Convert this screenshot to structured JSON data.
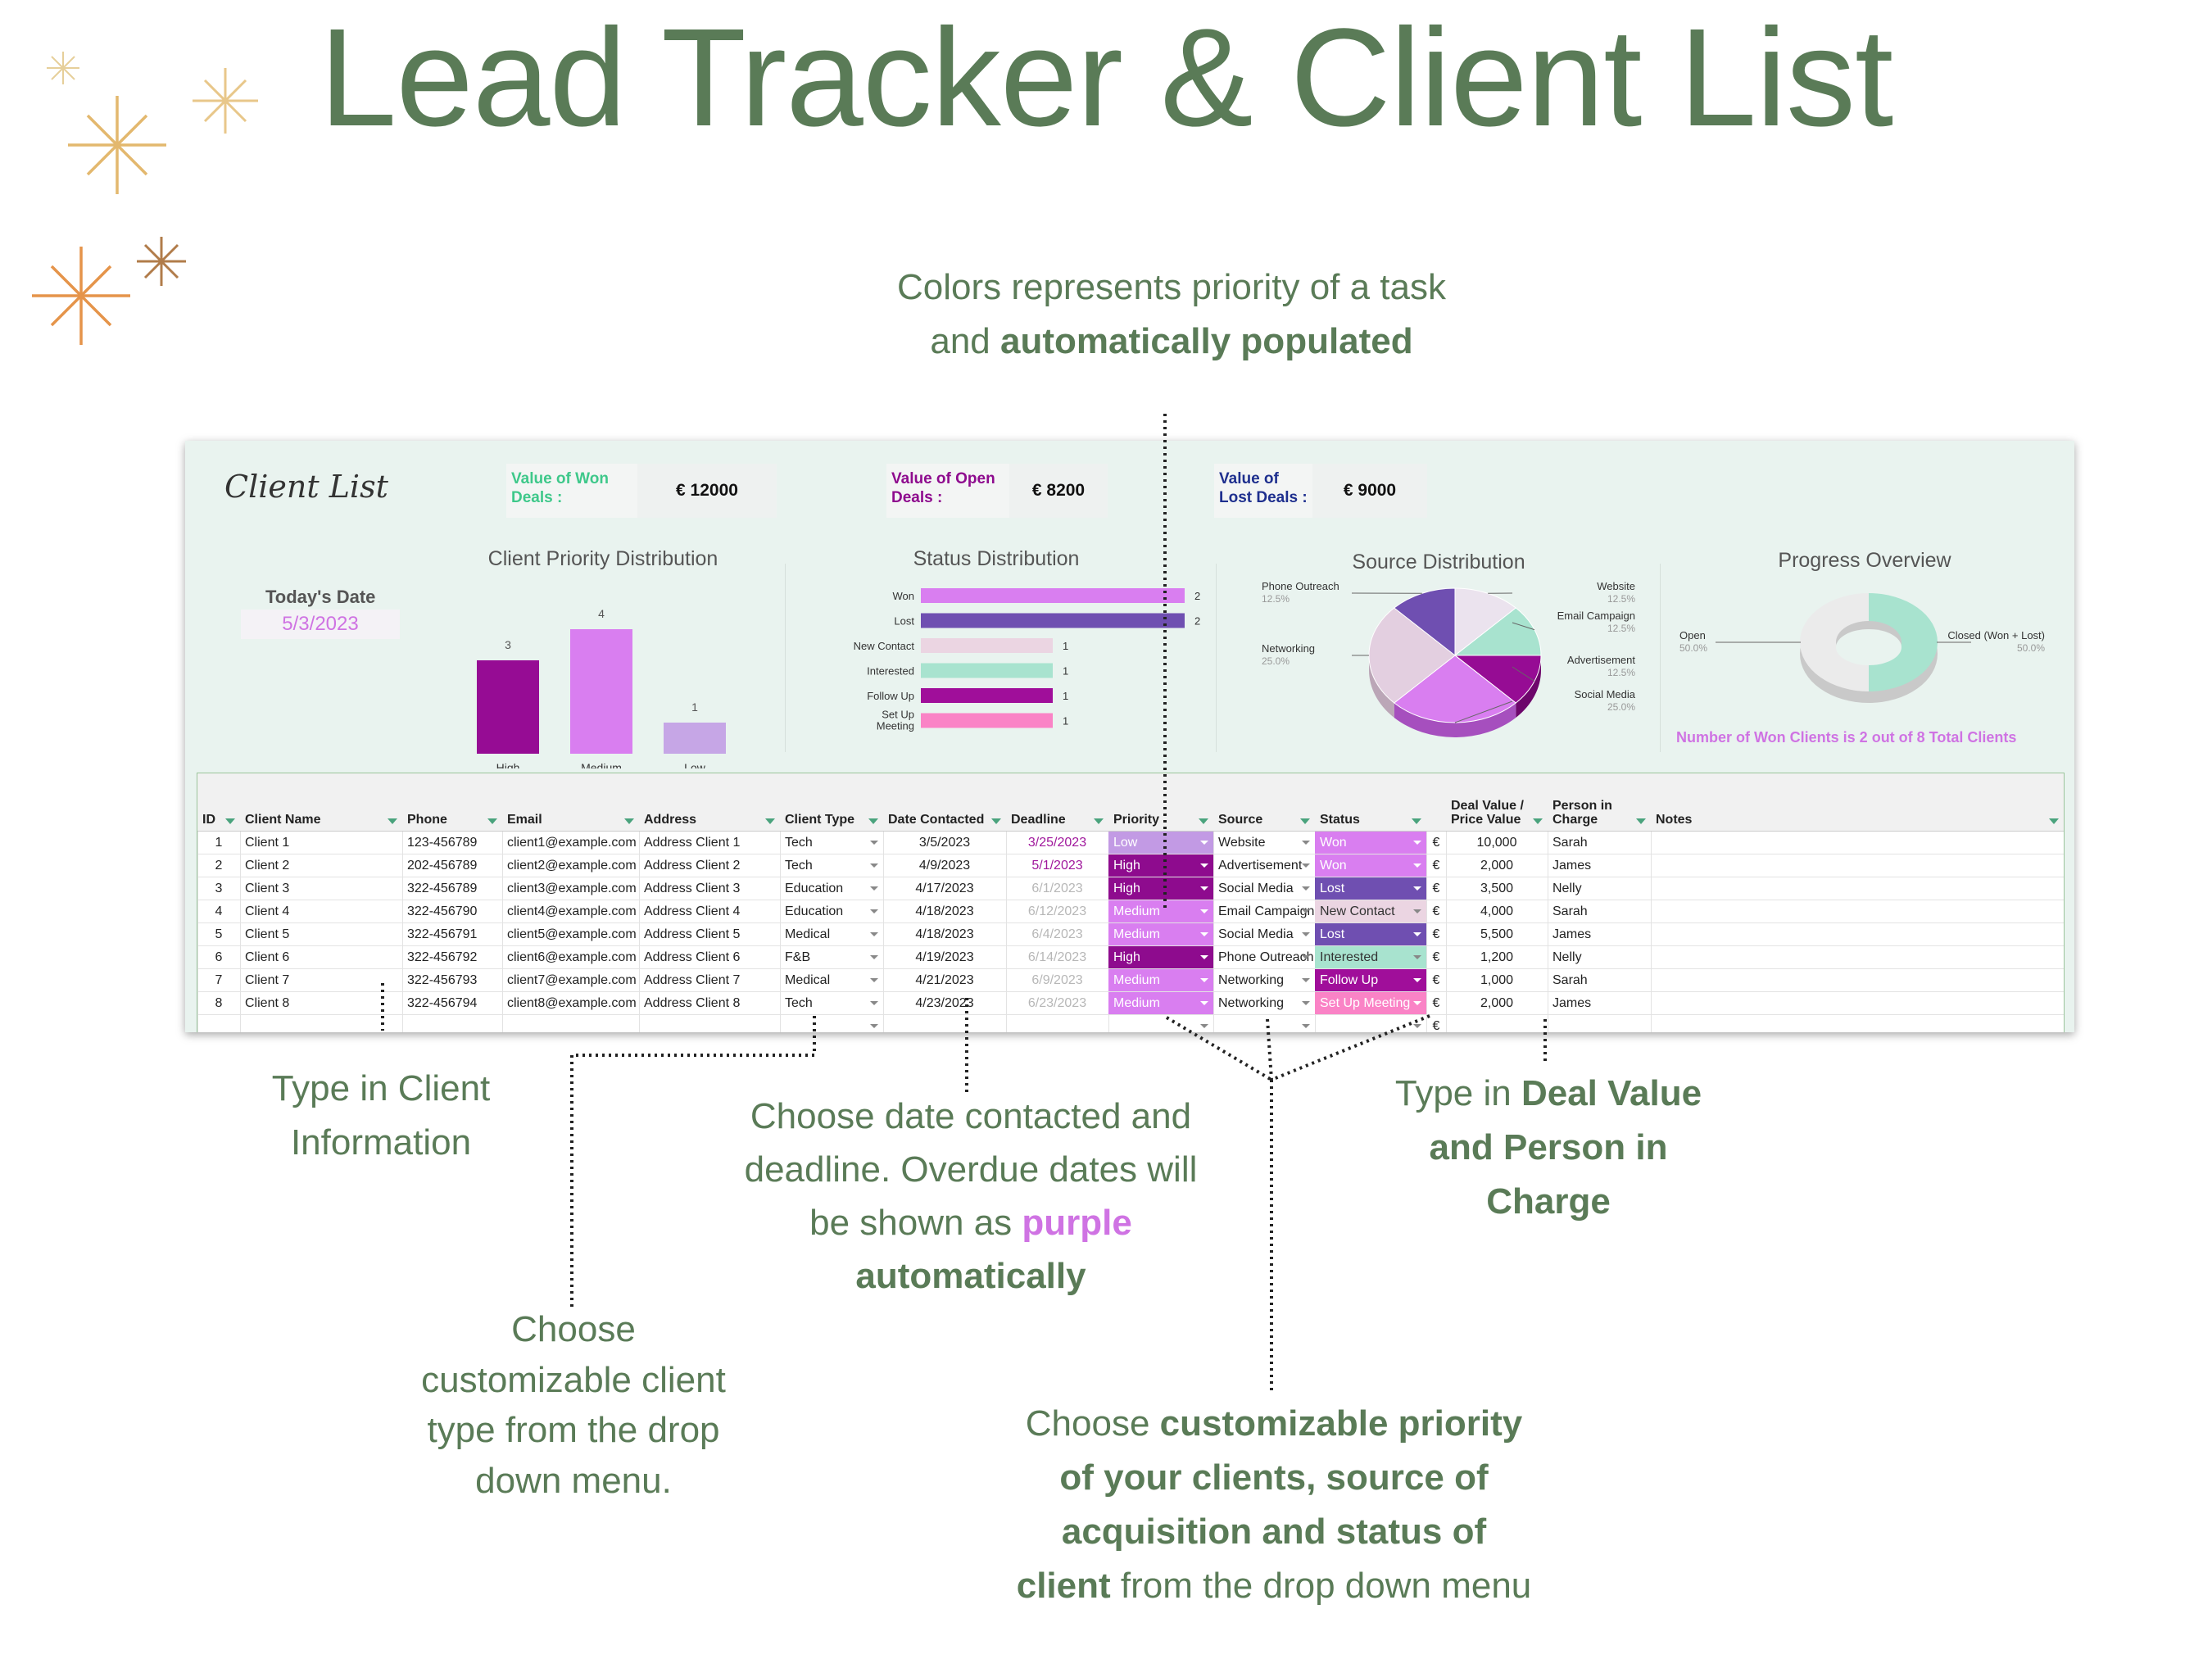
{
  "page_title": "Lead Tracker & Client List",
  "callouts": {
    "colors": {
      "pre": "Colors represents priority of a task and ",
      "bold": "automatically populated"
    },
    "client_info": "Type in Client Information",
    "client_type": "Choose customizable client type from the drop down menu.",
    "dates": {
      "pre": "Choose date contacted and deadline. Overdue dates will be shown as ",
      "purple": "purple",
      "bold": "automatically"
    },
    "deal": {
      "pre": "Type in ",
      "bold": "Deal Value and Person in Charge"
    },
    "priority": {
      "pre": "Choose ",
      "bold": "customizable priority of your clients, source of acquisition and status of client",
      "post": " from the drop down menu"
    }
  },
  "sheet": {
    "title": "Client List",
    "kpis": [
      {
        "label": "Value of Won Deals :",
        "value": "€ 12000",
        "color": "#3ec88a"
      },
      {
        "label": "Value of Open Deals :",
        "value": "€ 8200",
        "color": "#8e0b8e"
      },
      {
        "label": "Value of Lost Deals :",
        "value": "€ 9000",
        "color": "#1e2f8e"
      }
    ],
    "today_label": "Today's Date",
    "today_value": "5/3/2023",
    "won_clients_text": "Number of Won Clients is 2 out of 8 Total Clients",
    "columns": [
      "ID",
      "Client Name",
      "Phone",
      "Email",
      "Address",
      "Client Type",
      "Date Contacted",
      "Deadline",
      "Priority",
      "Source",
      "Status",
      "",
      "Deal Value / Price Value",
      "Person in Charge",
      "Notes"
    ],
    "rows": [
      {
        "id": "1",
        "name": "Client 1",
        "phone": "123-456789",
        "email": "client1@example.com",
        "address": "Address Client 1",
        "type": "Tech",
        "contacted": "3/5/2023",
        "deadline": "3/25/2023",
        "overdue": true,
        "priority": "Low",
        "source": "Website",
        "status": "Won",
        "cur": "€",
        "value": "10,000",
        "person": "Sarah"
      },
      {
        "id": "2",
        "name": "Client 2",
        "phone": "202-456789",
        "email": "client2@example.com",
        "address": "Address Client 2",
        "type": "Tech",
        "contacted": "4/9/2023",
        "deadline": "5/1/2023",
        "overdue": true,
        "priority": "High",
        "source": "Advertisement",
        "status": "Won",
        "cur": "€",
        "value": "2,000",
        "person": "James"
      },
      {
        "id": "3",
        "name": "Client 3",
        "phone": "322-456789",
        "email": "client3@example.com",
        "address": "Address Client 3",
        "type": "Education",
        "contacted": "4/17/2023",
        "deadline": "6/1/2023",
        "overdue": false,
        "priority": "High",
        "source": "Social Media",
        "status": "Lost",
        "cur": "€",
        "value": "3,500",
        "person": "Nelly"
      },
      {
        "id": "4",
        "name": "Client 4",
        "phone": "322-456790",
        "email": "client4@example.com",
        "address": "Address Client 4",
        "type": "Education",
        "contacted": "4/18/2023",
        "deadline": "6/12/2023",
        "overdue": false,
        "priority": "Medium",
        "source": "Email Campaign",
        "status": "New Contact",
        "cur": "€",
        "value": "4,000",
        "person": "Sarah"
      },
      {
        "id": "5",
        "name": "Client 5",
        "phone": "322-456791",
        "email": "client5@example.com",
        "address": "Address Client 5",
        "type": "Medical",
        "contacted": "4/18/2023",
        "deadline": "6/4/2023",
        "overdue": false,
        "priority": "Medium",
        "source": "Social Media",
        "status": "Lost",
        "cur": "€",
        "value": "5,500",
        "person": "James"
      },
      {
        "id": "6",
        "name": "Client 6",
        "phone": "322-456792",
        "email": "client6@example.com",
        "address": "Address Client 6",
        "type": "F&B",
        "contacted": "4/19/2023",
        "deadline": "6/14/2023",
        "overdue": false,
        "priority": "High",
        "source": "Phone Outreach",
        "status": "Interested",
        "cur": "€",
        "value": "1,200",
        "person": "Nelly"
      },
      {
        "id": "7",
        "name": "Client 7",
        "phone": "322-456793",
        "email": "client7@example.com",
        "address": "Address Client 7",
        "type": "Medical",
        "contacted": "4/21/2023",
        "deadline": "6/9/2023",
        "overdue": false,
        "priority": "Medium",
        "source": "Networking",
        "status": "Follow Up",
        "cur": "€",
        "value": "1,000",
        "person": "Sarah"
      },
      {
        "id": "8",
        "name": "Client 8",
        "phone": "322-456794",
        "email": "client8@example.com",
        "address": "Address Client 8",
        "type": "Tech",
        "contacted": "4/23/2023",
        "deadline": "6/23/2023",
        "overdue": false,
        "priority": "Medium",
        "source": "Networking",
        "status": "Set Up Meeting",
        "cur": "€",
        "value": "2,000",
        "person": "James"
      }
    ],
    "blank_row": {
      "cur": "€"
    },
    "colors": {
      "priority": {
        "Low": "#c29ae4",
        "Medium": "#d97ef0",
        "High": "#8e0b8e"
      },
      "status": {
        "Won": "#d97ef0",
        "Lost": "#6f4fb1",
        "New Contact": "#ebd5e2",
        "Interested": "#a8e3cf",
        "Follow Up": "#a00e9a",
        "Set Up Meeting": "#fa83c6"
      },
      "overdue": "#a0179c",
      "future": "#b7b7b7"
    }
  },
  "chart_data": [
    {
      "type": "bar",
      "title": "Client Priority Distribution",
      "categories": [
        "High",
        "Medium",
        "Low"
      ],
      "values": [
        3,
        4,
        1
      ],
      "colors": [
        "#960c94",
        "#d97ef0",
        "#c6a6e6"
      ],
      "ylim": [
        0,
        4
      ]
    },
    {
      "type": "bar",
      "orientation": "horizontal",
      "title": "Status Distribution",
      "categories": [
        "Won",
        "Lost",
        "New Contact",
        "Interested",
        "Follow Up",
        "Set Up Meeting"
      ],
      "values": [
        2,
        2,
        1,
        1,
        1,
        1
      ],
      "colors": [
        "#d97ef0",
        "#6f4fb1",
        "#ebd5e2",
        "#a8e3cf",
        "#a00e9a",
        "#fa83c6"
      ],
      "xlim": [
        0,
        2
      ]
    },
    {
      "type": "pie",
      "title": "Source Distribution",
      "labels": [
        "Website",
        "Email Campaign",
        "Advertisement",
        "Social Media",
        "Networking",
        "Phone Outreach"
      ],
      "values": [
        12.5,
        12.5,
        12.5,
        25.0,
        25.0,
        12.5
      ],
      "value_labels": [
        "12.5%",
        "12.5%",
        "12.5%",
        "25.0%",
        "25.0%",
        "12.5%"
      ],
      "colors": [
        "#ebe3ee",
        "#a8e3cf",
        "#960c94",
        "#d97ef0",
        "#e3cfe0",
        "#6f4fb1"
      ]
    },
    {
      "type": "pie",
      "donut": true,
      "title": "Progress Overview",
      "labels": [
        "Closed (Won + Lost)",
        "Open"
      ],
      "values": [
        50.0,
        50.0
      ],
      "value_labels": [
        "50.0%",
        "50.0%"
      ],
      "colors": [
        "#a8e3cf",
        "#ebebeb"
      ]
    }
  ]
}
